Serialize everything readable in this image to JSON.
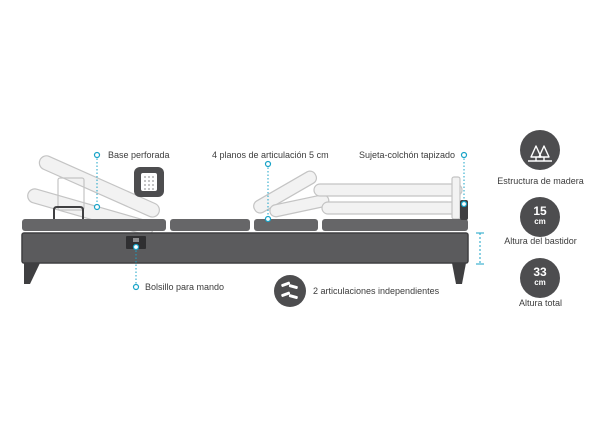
{
  "callouts": {
    "base_perforada": "Base perforada",
    "planos": "4 planos de articulación 5 cm",
    "sujeta": "Sujeta-colchón tapizado",
    "bolsillo": "Bolsillo para mando",
    "articulaciones": "2 articulaciones independientes"
  },
  "specs": [
    {
      "icon": "tree-icon",
      "label": "Estructura de madera"
    },
    {
      "value": "15",
      "unit": "cm",
      "label": "Altura del bastidor"
    },
    {
      "value": "33",
      "unit": "cm",
      "label": "Altura total"
    }
  ],
  "colors": {
    "frame": "#5b5b5d",
    "frame_dark": "#3f3f41",
    "platform": "#666668",
    "ghost": "#c8c8c8",
    "accent": "#18a3c7"
  }
}
